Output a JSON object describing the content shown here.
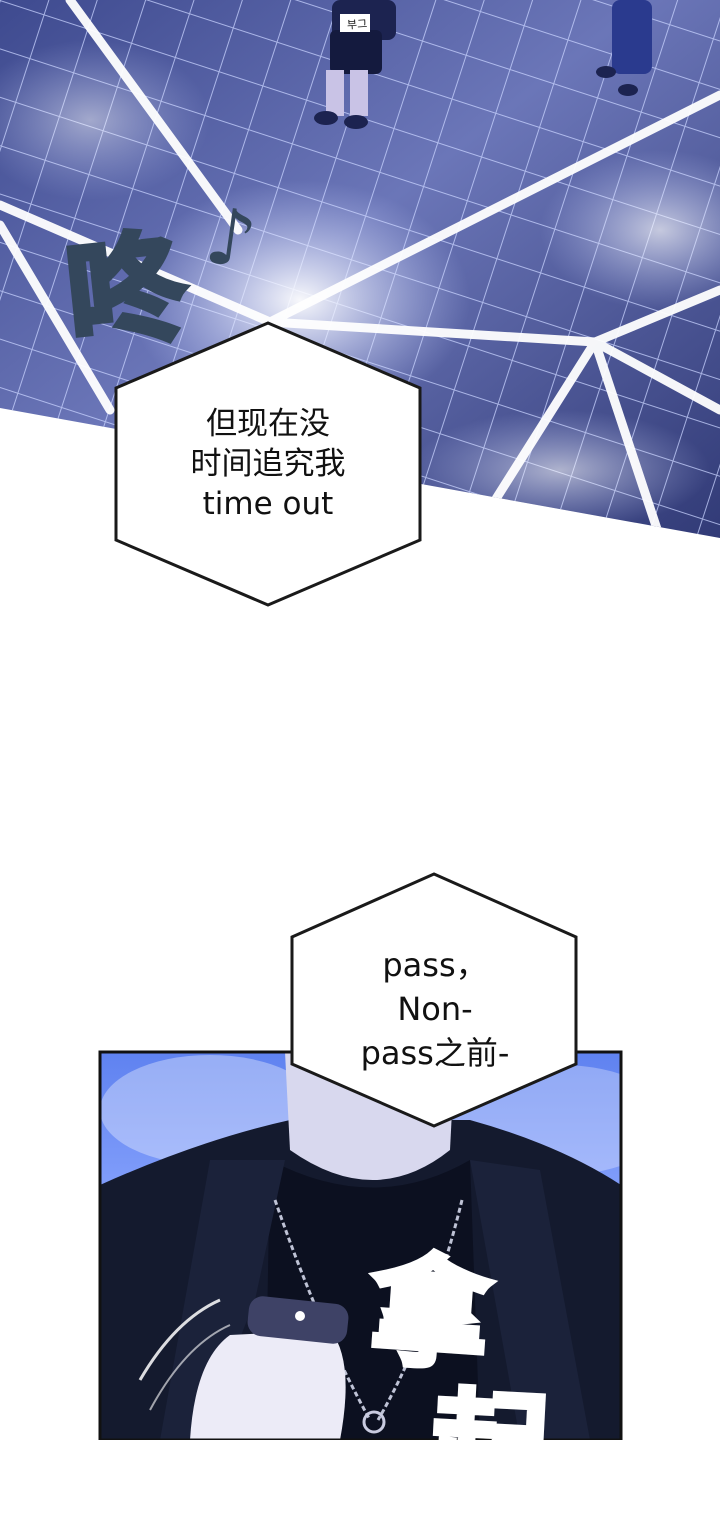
{
  "panel_top": {
    "bib_text": "부그",
    "sfx_sound": "咚",
    "sfx_note": "♪"
  },
  "bubble_1": {
    "text": "但现在没\n时间追究我\ntime out"
  },
  "bubble_2": {
    "text": "pass，\nNon-\npass之前-"
  },
  "panel_bottom": {
    "sfx_grab_1": "拿",
    "sfx_grab_2": "起"
  }
}
